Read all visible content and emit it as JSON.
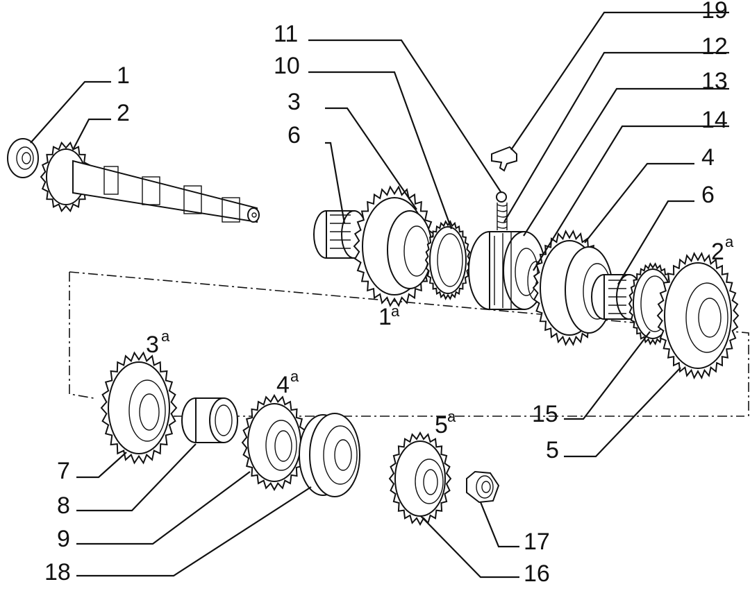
{
  "labels": {
    "l1": "1",
    "l2": "2",
    "l3": "3",
    "l4": "4",
    "l5": "5",
    "l6a": "6",
    "l6b": "6",
    "l7": "7",
    "l8": "8",
    "l9": "9",
    "l10": "10",
    "l11": "11",
    "l12": "12",
    "l13": "13",
    "l14": "14",
    "l15": "15",
    "l16": "16",
    "l17": "17",
    "l18": "18",
    "l19": "19"
  },
  "gear_labels": {
    "g1": {
      "num": "1",
      "sup": "a"
    },
    "g2": {
      "num": "2",
      "sup": "a"
    },
    "g3": {
      "num": "3",
      "sup": "a"
    },
    "g4": {
      "num": "4",
      "sup": "a"
    },
    "g5": {
      "num": "5",
      "sup": "a"
    }
  }
}
